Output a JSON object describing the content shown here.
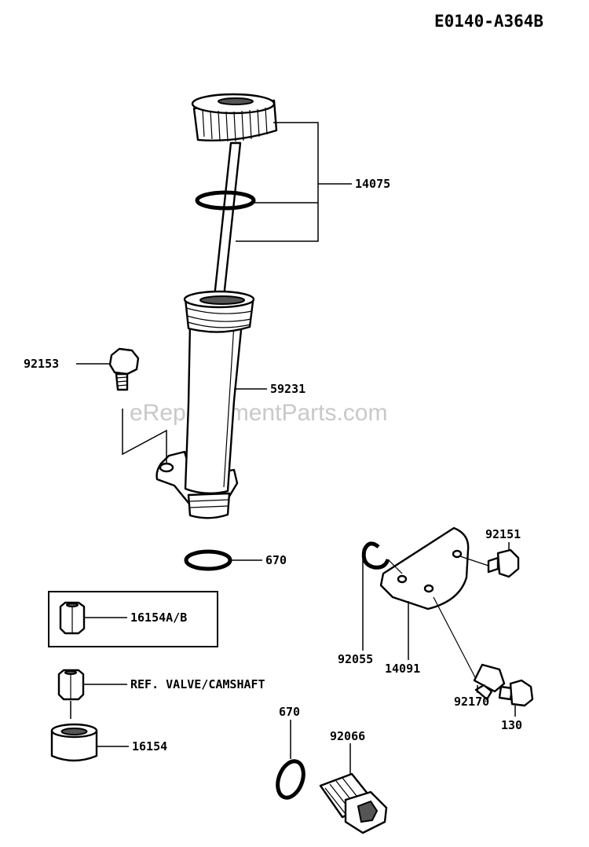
{
  "diagram_code": "E0140-A364B",
  "watermark": "eReplacementParts.com",
  "labels": {
    "p14075": "14075",
    "p92153": "92153",
    "p59231": "59231",
    "p670_a": "670",
    "p16154ab": "16154A/B",
    "ref_valve": "REF. VALVE/CAMSHAFT",
    "p16154": "16154",
    "p92151": "92151",
    "p92055": "92055",
    "p14091": "14091",
    "p92170": "92170",
    "p130": "130",
    "p670_b": "670",
    "p92066": "92066"
  }
}
